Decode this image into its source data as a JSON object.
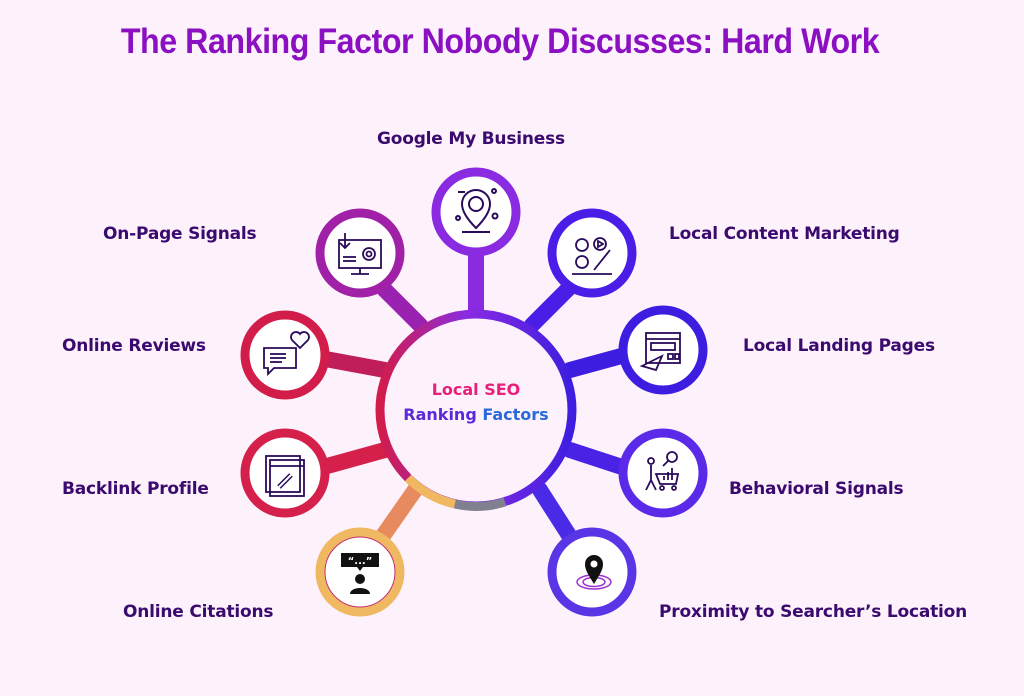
{
  "title": "The Ranking Factor Nobody Discusses: Hard Work",
  "center": {
    "line1": "Local SEO",
    "line2_a": "Ranking",
    "line2_b": "Factors"
  },
  "factors": [
    {
      "label": "Google My Business",
      "icon": "map-pin-google-icon",
      "color": "#8a2be2"
    },
    {
      "label": "On-Page Signals",
      "icon": "monitor-settings-icon",
      "color": "#a020a8"
    },
    {
      "label": "Local Content Marketing",
      "icon": "content-media-icon",
      "color": "#4b1ee8"
    },
    {
      "label": "Online Reviews",
      "icon": "chat-heart-icon",
      "color": "#d21c4a"
    },
    {
      "label": "Local Landing Pages",
      "icon": "webpage-paper-plane-icon",
      "color": "#3d1ee0"
    },
    {
      "label": "Backlink Profile",
      "icon": "browser-link-icon",
      "color": "#d4204a"
    },
    {
      "label": "Behavioral Signals",
      "icon": "shopper-analytics-icon",
      "color": "#5a2ae8"
    },
    {
      "label": "Online Citations",
      "icon": "quote-speaker-icon",
      "color": "#f0b860"
    },
    {
      "label": "Proximity to Searcher’s Location",
      "icon": "location-target-icon",
      "color": "#5a35e6"
    }
  ],
  "colors": {
    "title": "#8a10c2",
    "label": "#3a0a6e",
    "center_line1": "#e8207a",
    "center_ranking": "#5a2ad8",
    "center_factors": "#2a6ad8",
    "background": "#fdf2fc"
  }
}
